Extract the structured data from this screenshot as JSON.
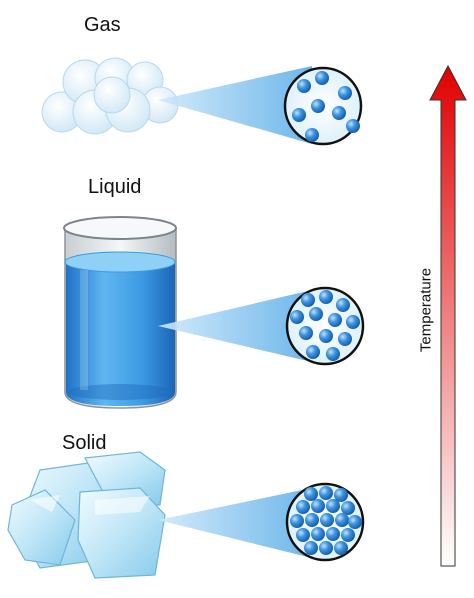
{
  "states": [
    {
      "label": "Gas"
    },
    {
      "label": "Liquid"
    },
    {
      "label": "Solid"
    }
  ],
  "temperature_label": "Temperature",
  "colors": {
    "particle": "#2f86d6",
    "beam": "#7cc1ef",
    "arrow_top": "#e00000",
    "arrow_bottom": "#ffffff",
    "water": "#3a9be3"
  }
}
